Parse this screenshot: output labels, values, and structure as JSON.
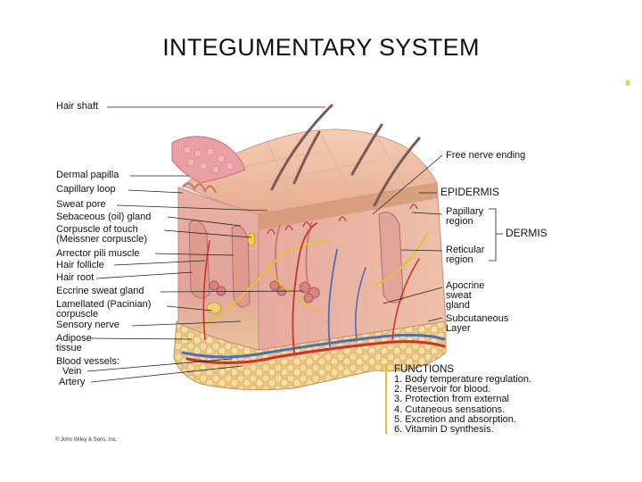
{
  "title": "INTEGUMENTARY SYSTEM",
  "labels_left": {
    "hair_shaft": "Hair shaft",
    "dermal_papilla": "Dermal papilla",
    "capillary_loop": "Capillary loop",
    "sweat_pore": "Sweat pore",
    "sebaceous_gland": "Sebaceous (oil) gland",
    "corpuscle_touch_1": "Corpuscle of touch",
    "corpuscle_touch_2": "(Meissner corpuscle)",
    "arrector_pili": "Arrector pili muscle",
    "hair_follicle": "Hair follicle",
    "hair_root": "Hair root",
    "eccrine_gland": "Eccrine sweat gland",
    "lamellated_1": "Lamellated (Pacinian)",
    "lamellated_2": "corpuscle",
    "sensory_nerve": "Sensory nerve",
    "adipose_1": "Adipose",
    "adipose_2": "tissue",
    "blood_vessels": "Blood vessels:",
    "vein": "Vein",
    "artery": "Artery"
  },
  "labels_right": {
    "free_nerve": "Free nerve ending",
    "epidermis": "EPIDERMIS",
    "papillary_1": "Papillary",
    "papillary_2": "region",
    "dermis": "DERMIS",
    "reticular_1": "Reticular",
    "reticular_2": "region",
    "apocrine_1": "Apocrine",
    "apocrine_2": "sweat",
    "apocrine_3": "gland",
    "subcutaneous_1": "Subcutaneous",
    "subcutaneous_2": "Layer"
  },
  "functions": {
    "heading": "FUNCTIONS",
    "items": [
      "1. Body temperature regulation.",
      "2. Reservoir for blood.",
      "3. Protection from external",
      "4. Cutaneous sensations.",
      "5. Excretion and absorption.",
      "6. Vitamin D synthesis."
    ]
  },
  "credit": "© John Wiley & Sons, Inc.",
  "colors": {
    "epidermis": "#e9b79a",
    "dermis": "#e5a8a0",
    "fat": "#f0d18a",
    "artery": "#c9322e",
    "vein": "#4d6fb3",
    "nerve": "#e0c23a",
    "accent": "#e3c22a"
  }
}
